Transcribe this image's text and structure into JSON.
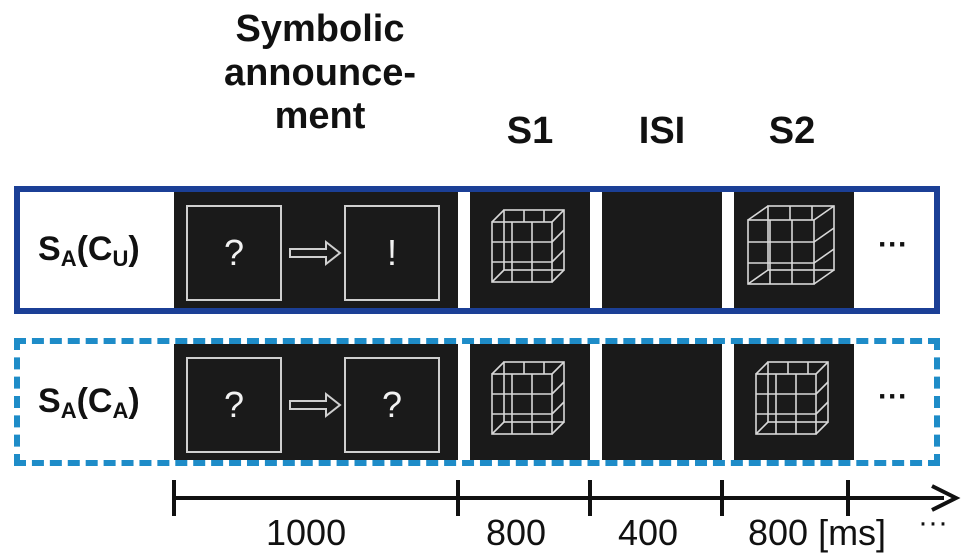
{
  "headers": {
    "announcement": [
      "Symbolic",
      "announce-",
      "ment"
    ],
    "s1": "S1",
    "isi": "ISI",
    "s2": "S2"
  },
  "rows": [
    {
      "label_main": "S",
      "label_sub1": "A",
      "label_mid": "(C",
      "label_sub2": "U",
      "label_end": ")",
      "frame1": "?",
      "frame2": "!",
      "ellipsis": "···",
      "border_color": "#1b3f96",
      "style": "solid"
    },
    {
      "label_main": "S",
      "label_sub1": "A",
      "label_mid": "(C",
      "label_sub2": "A",
      "label_end": ")",
      "frame1": "?",
      "frame2": "?",
      "ellipsis": "···",
      "border_color": "#1e8cc8",
      "style": "dashed"
    }
  ],
  "timeline": {
    "durations": [
      "1000",
      "800",
      "400",
      "800 [ms]"
    ],
    "trailing": "···"
  }
}
